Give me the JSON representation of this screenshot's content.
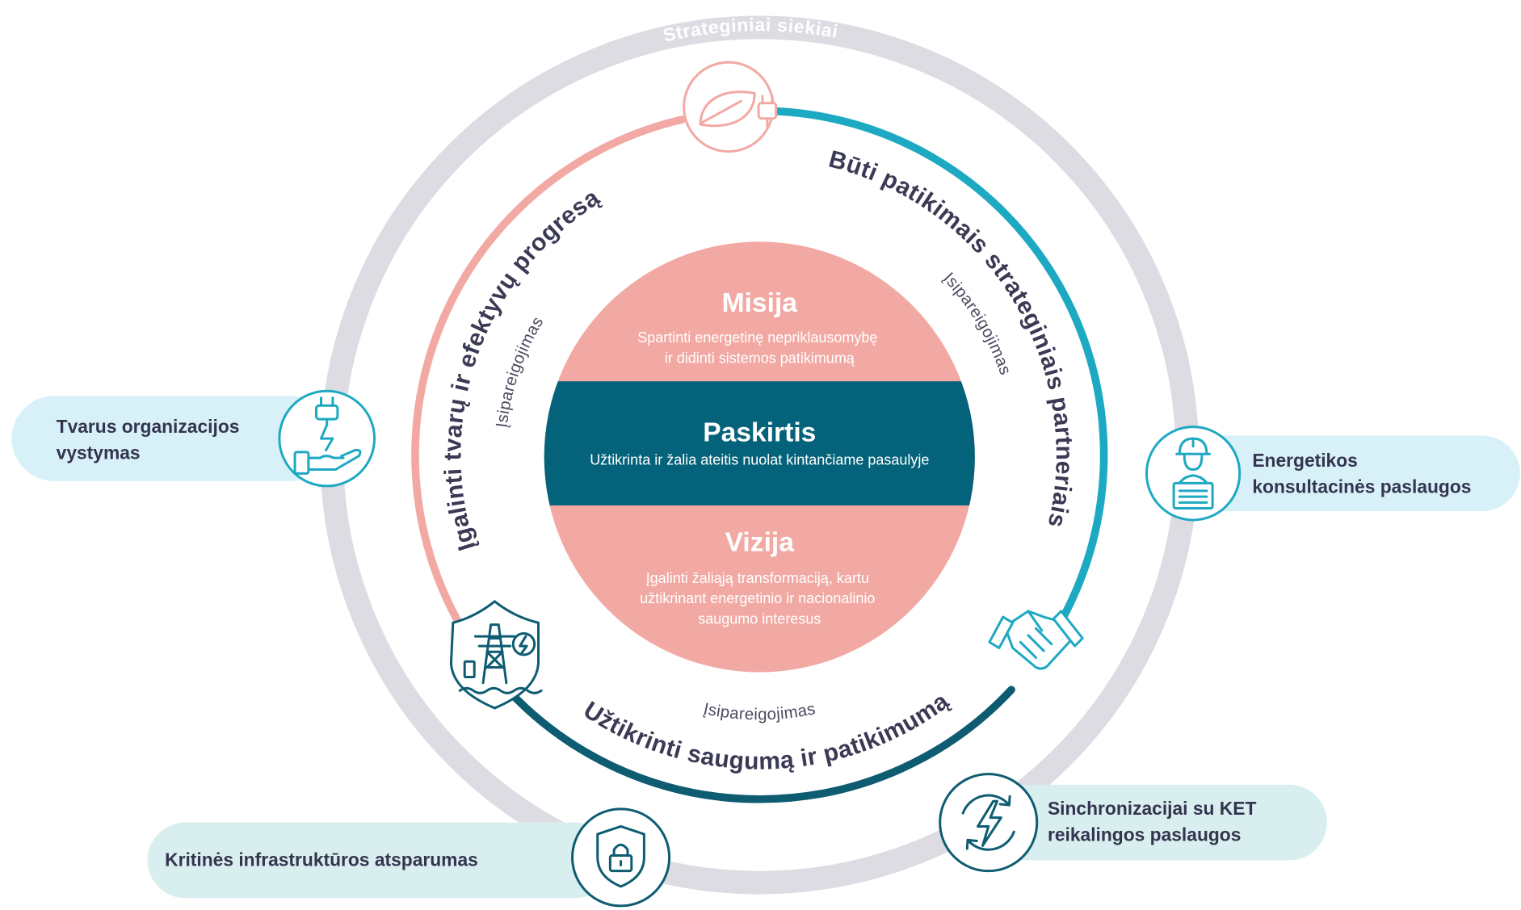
{
  "ring_title": "Strateginiai siekiai",
  "goals": {
    "left": "Įgalinti tvarų ir efektyvų progresą",
    "right": "Būti patikimais strateginiais partneriais",
    "bottom": "Užtikrinti saugumą ir patikimumą"
  },
  "commitments": {
    "left": "Įsipareigojimas",
    "right": "Įsipareigojimas",
    "bottom": "Įsipareigojimas"
  },
  "core": {
    "mission": {
      "title": "Misija",
      "lines": [
        "Spartinti energetinę nepriklausomybę",
        "ir didinti sistemos patikimumą"
      ]
    },
    "purpose": {
      "title": "Paskirtis",
      "text": "Užtikrinta ir žalia ateitis nuolat kintančiame pasaulyje"
    },
    "vision": {
      "title": "Vizija",
      "lines": [
        "Įgalinti žaliąją transformaciją, kartu",
        "užtikrinant energetinio ir nacionalinio",
        "saugumo interesus"
      ]
    }
  },
  "services": {
    "sustainable_development": {
      "lines": [
        "Tvarus organizacijos",
        "vystymas"
      ],
      "icon": "hand-plug-icon"
    },
    "energy_consulting": {
      "lines": [
        "Energetikos",
        "konsultacinės paslaugos"
      ],
      "icon": "engineer-icon"
    },
    "ket_synchronization": {
      "lines": [
        "Sinchronizacijai su KET",
        "reikalingos paslaugos"
      ],
      "icon": "lightning-cycle-icon"
    },
    "critical_infrastructure": {
      "lines": [
        "Kritinės infrastruktūros atsparumas"
      ],
      "icon": "shield-lock-icon"
    }
  },
  "goal_icons": {
    "left": "leaf-plug-icon",
    "right": "handshake-icon",
    "bottom": "power-grid-shield-icon"
  },
  "colors": {
    "ring": "#dcdce2",
    "pink": "#f2a9a3",
    "blue": "#1ea9c3",
    "navy": "#0e5c72",
    "band": "#04637a",
    "text": "#3b3a55",
    "pill-blue": "#d8f1f8",
    "pill-teal": "#d9eeee"
  }
}
